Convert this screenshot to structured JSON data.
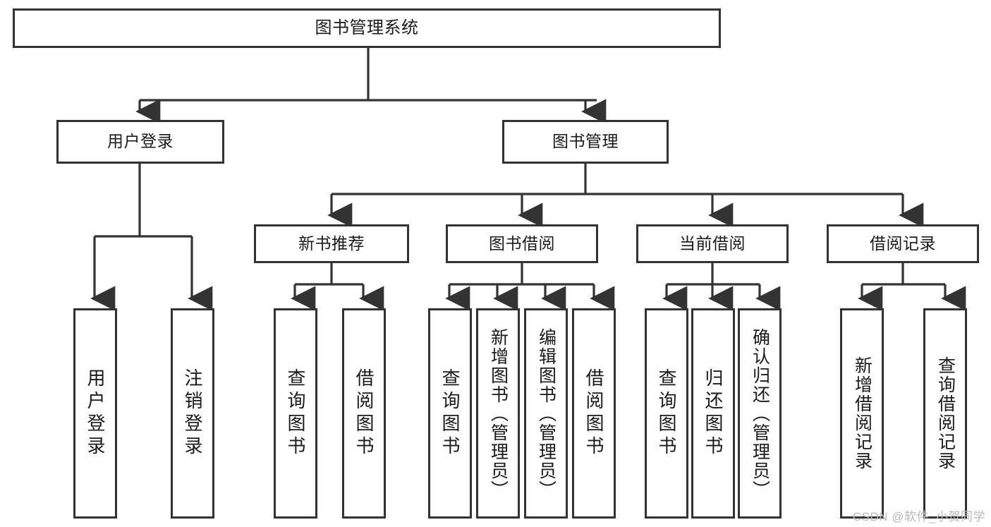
{
  "diagram": {
    "type": "tree",
    "title": "图书管理系统",
    "watermark": "CSDN @软件_小贺同学",
    "colors": {
      "box_border": "#333333",
      "box_fill": "#ffffff",
      "edge": "#333333",
      "text": "#1a1a1a",
      "watermark": "#b9b9b9"
    },
    "levels": {
      "root": "图书管理系统",
      "level1": [
        "用户登录",
        "图书管理"
      ],
      "level2": [
        "新书推荐",
        "图书借阅",
        "当前借阅",
        "借阅记录"
      ]
    },
    "nodes": {
      "root": {
        "label": "图书管理系统"
      },
      "user_login": {
        "label": "用户登录"
      },
      "book_manage": {
        "label": "图书管理"
      },
      "new_book_rec": {
        "label": "新书推荐"
      },
      "book_borrow": {
        "label": "图书借阅"
      },
      "current_borrow": {
        "label": "当前借阅"
      },
      "borrow_record": {
        "label": "借阅记录"
      },
      "leaf_user_login": {
        "label": "用户登录"
      },
      "leaf_user_logout": {
        "label": "注销登录"
      },
      "leaf_query_book_1": {
        "label": "查询图书"
      },
      "leaf_borrow_book_1": {
        "label": "借阅图书"
      },
      "leaf_query_book_2": {
        "label": "查询图书"
      },
      "leaf_add_book": {
        "label": "新增图书（管理员）"
      },
      "leaf_edit_book": {
        "label": "编辑图书（管理员）"
      },
      "leaf_borrow_book_2": {
        "label": "借阅图书"
      },
      "leaf_query_book_3": {
        "label": "查询图书"
      },
      "leaf_return_book": {
        "label": "归还图书"
      },
      "leaf_confirm_return": {
        "label": "确认归还（管理员）"
      },
      "leaf_add_record": {
        "label": "新增借阅记录"
      },
      "leaf_query_record": {
        "label": "查询借阅记录"
      }
    },
    "edges": [
      {
        "from": "root",
        "to": "user_login"
      },
      {
        "from": "root",
        "to": "book_manage"
      },
      {
        "from": "user_login",
        "to": "leaf_user_login"
      },
      {
        "from": "user_login",
        "to": "leaf_user_logout"
      },
      {
        "from": "book_manage",
        "to": "new_book_rec"
      },
      {
        "from": "book_manage",
        "to": "book_borrow"
      },
      {
        "from": "book_manage",
        "to": "current_borrow"
      },
      {
        "from": "book_manage",
        "to": "borrow_record"
      },
      {
        "from": "new_book_rec",
        "to": "leaf_query_book_1"
      },
      {
        "from": "new_book_rec",
        "to": "leaf_borrow_book_1"
      },
      {
        "from": "book_borrow",
        "to": "leaf_query_book_2"
      },
      {
        "from": "book_borrow",
        "to": "leaf_add_book"
      },
      {
        "from": "book_borrow",
        "to": "leaf_edit_book"
      },
      {
        "from": "book_borrow",
        "to": "leaf_borrow_book_2"
      },
      {
        "from": "current_borrow",
        "to": "leaf_query_book_3"
      },
      {
        "from": "current_borrow",
        "to": "leaf_return_book"
      },
      {
        "from": "current_borrow",
        "to": "leaf_confirm_return"
      },
      {
        "from": "borrow_record",
        "to": "leaf_add_record"
      },
      {
        "from": "borrow_record",
        "to": "leaf_query_record"
      }
    ]
  }
}
